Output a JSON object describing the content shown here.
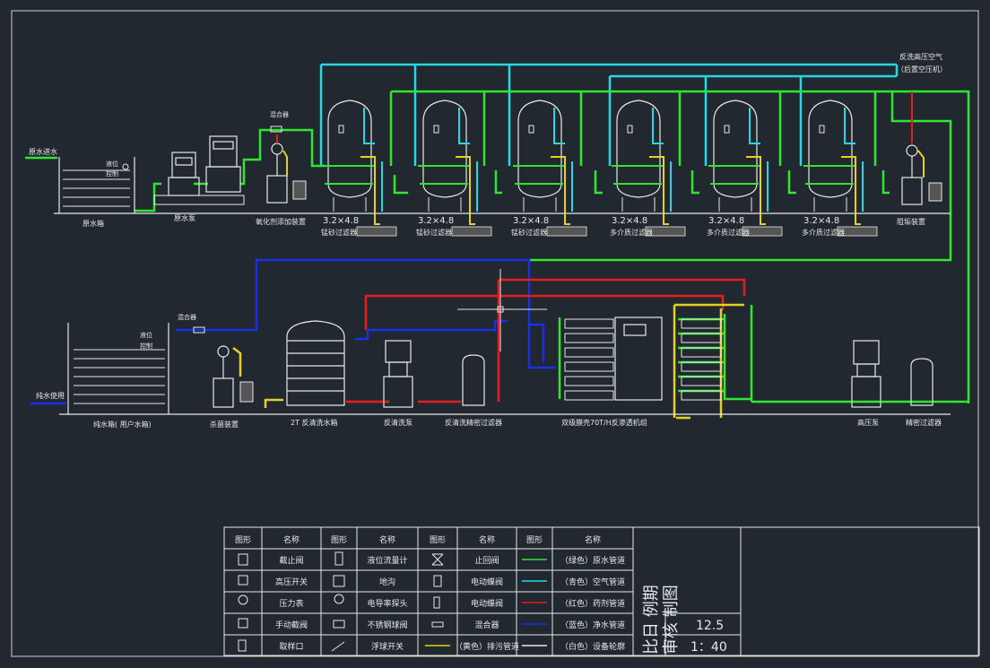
{
  "colors": {
    "background": "#212830",
    "raw_water": "#2ee62e",
    "air": "#28d7e6",
    "chemical": "#e61e1e",
    "pure_water": "#1830e6",
    "sewage": "#e6d21e",
    "equipment": "#e8e8e8"
  },
  "top_labels": {
    "raw_in": "原水进水",
    "air_line1": "反洗高压空气",
    "air_line2": "（后置空压机）"
  },
  "top_equipment": {
    "raw_tank": "原水箱",
    "raw_pump": "原水泵",
    "level_small": "液位",
    "level_small2": "控制",
    "mixer": "混合器",
    "dosing": "氧化剂添加装置",
    "scale_dosing": "阻垢装置"
  },
  "filters": [
    {
      "size": "3.2×4.8",
      "name": "锰砂过滤器"
    },
    {
      "size": "3.2×4.8",
      "name": "锰砂过滤器"
    },
    {
      "size": "3.2×4.8",
      "name": "锰砂过滤器"
    },
    {
      "size": "3.2×4.8",
      "name": "多介质过滤器"
    },
    {
      "size": "3.2×4.8",
      "name": "多介质过滤器"
    },
    {
      "size": "3.2×4.8",
      "name": "多介质过滤器"
    }
  ],
  "bottom_equipment": {
    "pure_out": "纯水使用",
    "pure_tank": "纯水箱( 用户水箱)",
    "level_small": "液位",
    "level_small2": "控制",
    "mixer": "混合器",
    "disinfect": "杀菌装置",
    "flush_tank": "2T 反清洗水箱",
    "flush_pump": "反清洗泵",
    "flush_filter": "反清洗精密过滤器",
    "ro_unit": "双级膜壳70T/H反渗透机组",
    "hp_pump": "高压泵",
    "precision_filter": "精密过滤器"
  },
  "legend": {
    "headers": [
      "图形",
      "名称",
      "图形",
      "名称",
      "图形",
      "名称",
      "图形",
      "名称"
    ],
    "rows": [
      [
        "截止阀",
        "液位流量计",
        "止回阀",
        "（绿色）原水管道"
      ],
      [
        "高压开关",
        "地沟",
        "电动蝶阀",
        "（青色）空气管道"
      ],
      [
        "压力表",
        "电导率探头",
        "电动蝶阀",
        "（红色）药剂管道"
      ],
      [
        "手动截阀",
        "不锈钢球阀",
        "混合器",
        "（蓝色）净水管道"
      ],
      [
        "取样口",
        "浮球开关",
        "（黄色）排污管道",
        "（白色）设备轮廓"
      ]
    ]
  },
  "title_block": {
    "col1": "比日 例期",
    "col2": "审核 制图",
    "ratio_day": "12.5",
    "scale": "1：40"
  }
}
